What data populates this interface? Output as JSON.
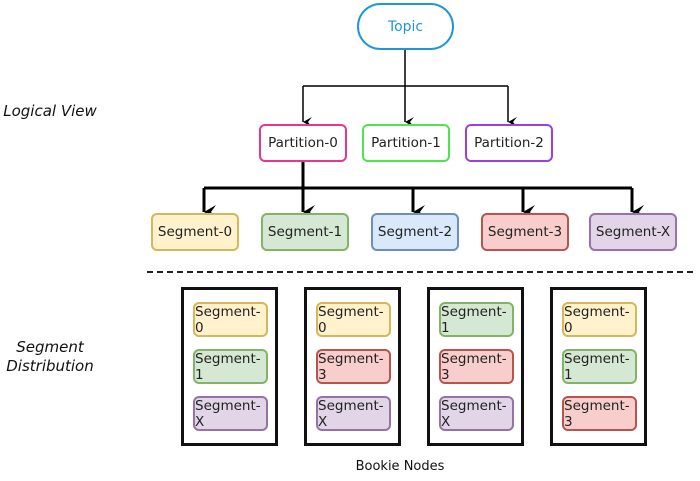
{
  "labels": {
    "logical_view": "Logical View",
    "segment_distribution_line1": "Segment",
    "segment_distribution_line2": "Distribution",
    "bookie_nodes": "Bookie Nodes"
  },
  "topic": {
    "label": "Topic",
    "color": "#1f96d6"
  },
  "partitions": [
    {
      "label": "Partition-0",
      "color": "#e5378f"
    },
    {
      "label": "Partition-1",
      "color": "#4ce64c"
    },
    {
      "label": "Partition-2",
      "color": "#9a3fe0"
    }
  ],
  "segments": [
    {
      "label": "Segment-0",
      "fill": "#fff2cc",
      "stroke": "#d6b656"
    },
    {
      "label": "Segment-1",
      "fill": "#d5e8d4",
      "stroke": "#82b366"
    },
    {
      "label": "Segment-2",
      "fill": "#dae8fc",
      "stroke": "#6c8ebf"
    },
    {
      "label": "Segment-3",
      "fill": "#f8cecc",
      "stroke": "#b85450"
    },
    {
      "label": "Segment-X",
      "fill": "#e1d5e7",
      "stroke": "#9673a6"
    }
  ],
  "bookies": [
    {
      "segments": [
        "Segment-0",
        "Segment-1",
        "Segment-X"
      ]
    },
    {
      "segments": [
        "Segment-0",
        "Segment-3",
        "Segment-X"
      ]
    },
    {
      "segments": [
        "Segment-1",
        "Segment-3",
        "Segment-X"
      ]
    },
    {
      "segments": [
        "Segment-0",
        "Segment-1",
        "Segment-3"
      ]
    }
  ]
}
